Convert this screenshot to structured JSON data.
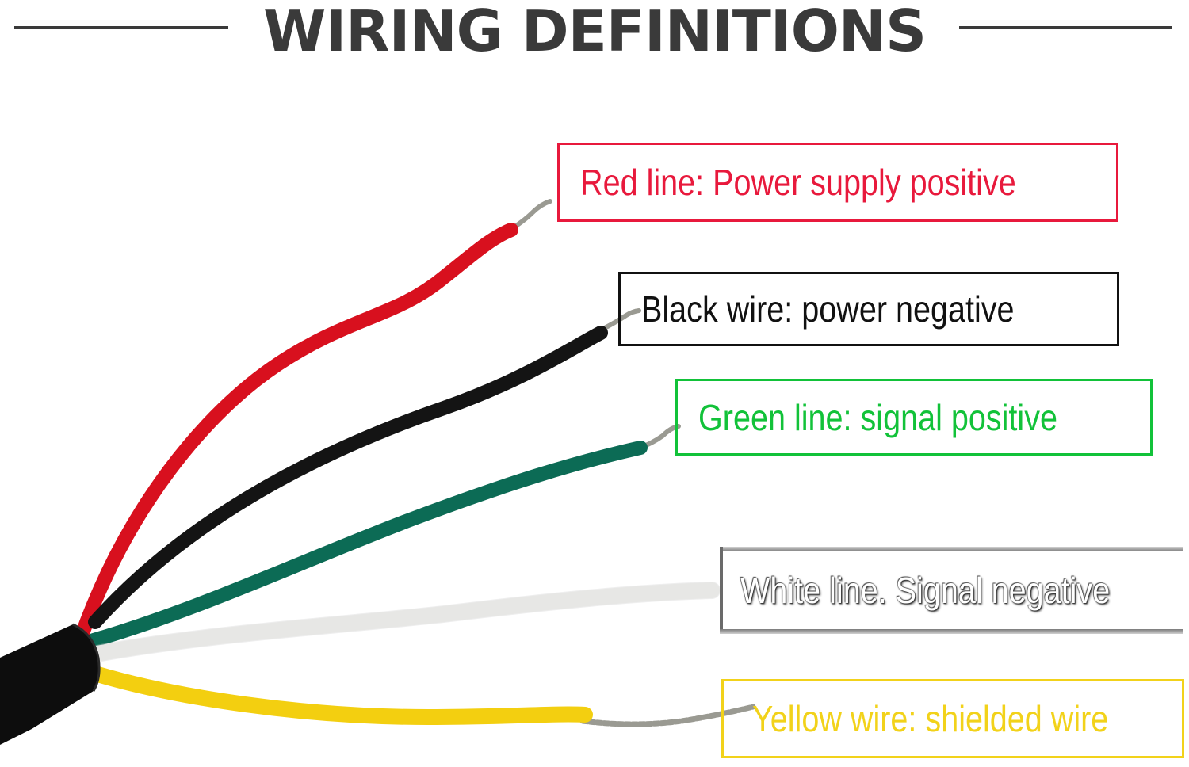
{
  "title": "WIRING DEFINITIONS",
  "labels": {
    "red": "Red line: Power supply positive",
    "black": "Black wire: power negative",
    "green": "Green line: signal positive",
    "white": "White line. Signal negative",
    "yellow": "Yellow wire: shielded wire"
  },
  "colors": {
    "title": "#3a3a3a",
    "red": "#e8193c",
    "black": "#111111",
    "green": "#12c239",
    "white": "#ffffff",
    "yellow": "#f2d21a",
    "wire_red": "#d8101e",
    "wire_black": "#141414",
    "wire_green": "#0c6b55",
    "wire_white": "#f7f7f5",
    "wire_yellow": "#f3cf10"
  }
}
